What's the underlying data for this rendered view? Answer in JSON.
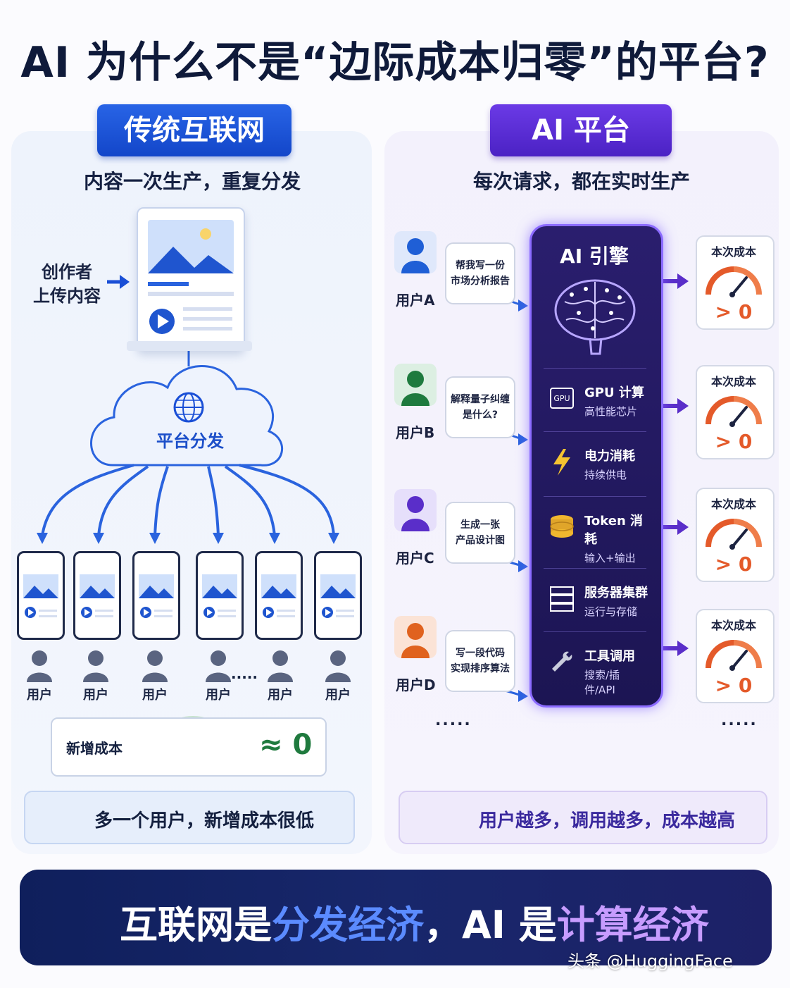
{
  "title": "AI 为什么不是“边际成本归零”的平台?",
  "left": {
    "heading": "传统互联网",
    "subtitle": "内容一次生产，重复分发",
    "creator_line1": "创作者",
    "creator_line2": "上传内容",
    "cloud_label": "平台分发",
    "user_label": "用户",
    "ellipsis": ".....",
    "cost_label": "新增成本",
    "cost_value": "≈ 0",
    "summary": "多一个用户，新增成本很低",
    "colors": {
      "accent": "#1a4fd6",
      "gauge": "#2e8b4a"
    }
  },
  "right": {
    "heading": "AI 平台",
    "subtitle": "每次请求，都在实时生产",
    "engine_title": "AI 引擎",
    "engine_rows": [
      {
        "t1": "GPU 计算",
        "t2": "高性能芯片",
        "icon": "gpu-chip-icon"
      },
      {
        "t1": "电力消耗",
        "t2": "持续供电",
        "icon": "lightning-icon"
      },
      {
        "t1": "Token 消耗",
        "t2": "输入+输出",
        "icon": "coin-stack-icon"
      },
      {
        "t1": "服务器集群",
        "t2": "运行与存储",
        "icon": "server-icon"
      },
      {
        "t1": "工具调用",
        "t2": "搜索/插件/API",
        "icon": "wrench-icon"
      }
    ],
    "users": [
      {
        "label": "用户A",
        "request_l1": "帮我写一份",
        "request_l2": "市场分析报告",
        "color": "#1f5fd6",
        "bg": "#dfe8fb"
      },
      {
        "label": "用户B",
        "request_l1": "解释量子纠缠",
        "request_l2": "是什么?",
        "color": "#1e7a3e",
        "bg": "#dcefe2"
      },
      {
        "label": "用户C",
        "request_l1": "生成一张",
        "request_l2": "产品设计图",
        "color": "#5a2ec9",
        "bg": "#e6dffb"
      },
      {
        "label": "用户D",
        "request_l1": "写一段代码",
        "request_l2": "实现排序算法",
        "color": "#e0621e",
        "bg": "#fbe3d6"
      }
    ],
    "cost_card_title": "本次成本",
    "cost_card_value": "> 0",
    "ellipsis": ".....",
    "summary": "用户越多，调用越多，成本越高",
    "colors": {
      "accent": "#5a2ec9",
      "gauge": "#e45a2a"
    }
  },
  "banner": {
    "part1": "互联网是",
    "em1": "分发经济",
    "part2": "，AI 是",
    "em2": "计算经济"
  },
  "watermark": "头条 @HuggingFace"
}
